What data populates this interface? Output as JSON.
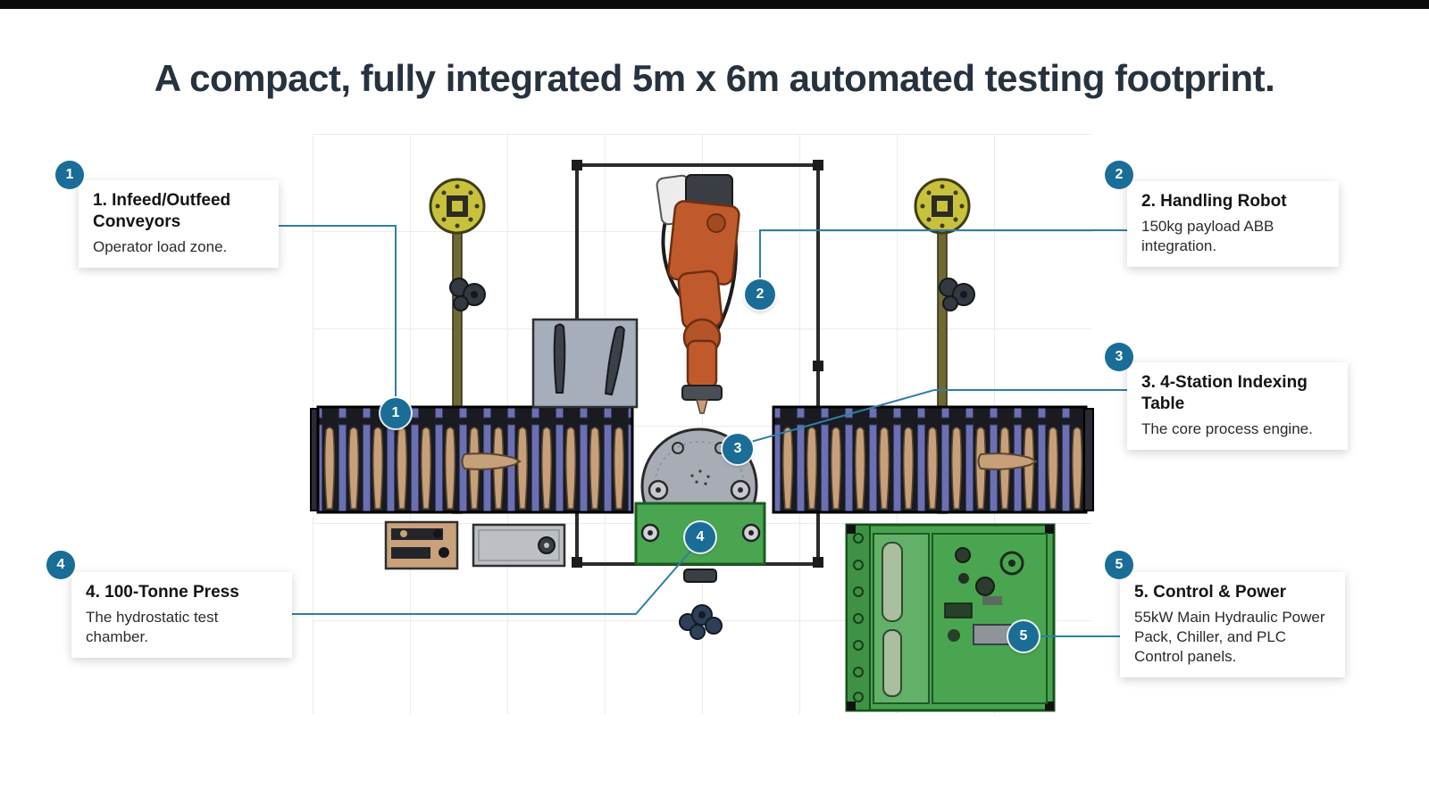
{
  "title": "A compact, fully integrated 5m x 6m automated testing footprint.",
  "callouts": [
    {
      "num": "1",
      "title": "1. Infeed/Outfeed Conveyors",
      "desc": "Operator load zone."
    },
    {
      "num": "2",
      "title": "2. Handling Robot",
      "desc": "150kg payload ABB integration."
    },
    {
      "num": "3",
      "title": "3. 4-Station Indexing Table",
      "desc": "The core process engine."
    },
    {
      "num": "4",
      "title": "4. 100-Tonne Press",
      "desc": "The hydrostatic test chamber."
    },
    {
      "num": "5",
      "title": "5. Control & Power",
      "desc": "55kW Main Hydraulic Power Pack, Chiller, and PLC Control panels."
    }
  ],
  "diagram": {
    "components": [
      "infeed-outfeed-conveyors",
      "handling-robot",
      "4-station-indexing-table",
      "100-tonne-press",
      "control-and-power-unit"
    ],
    "colors": {
      "accent_teal": "#1a6d96",
      "machine_green": "#49a24f",
      "robot_orange": "#c05a2c",
      "conveyor_blue": "#6b70b2",
      "part_tan": "#c7a07a",
      "rotary_yellow": "#c8c13c",
      "title_text": "#27323f"
    }
  }
}
